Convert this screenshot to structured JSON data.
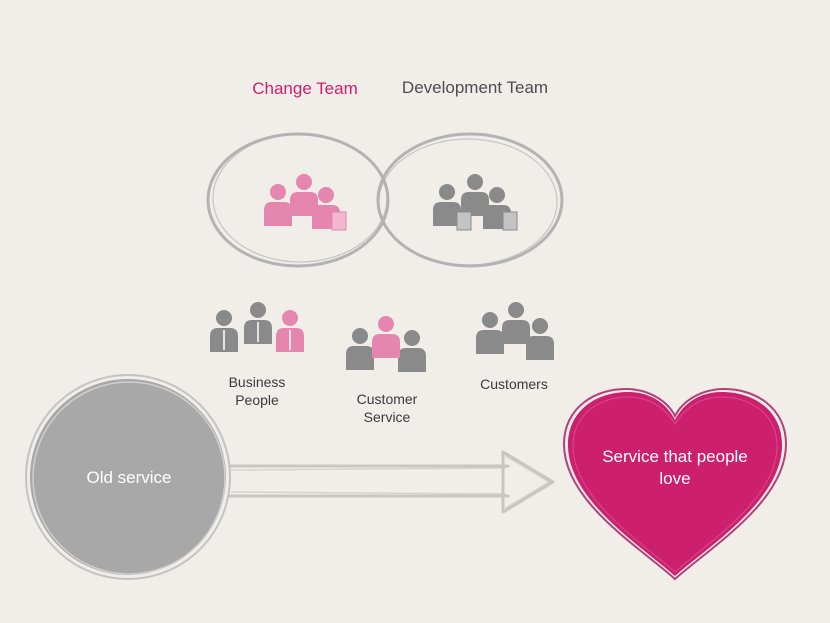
{
  "teams": {
    "change_team": "Change Team",
    "development_team": "Development Team"
  },
  "groups": {
    "business_people": "Business People",
    "customer_service": "Customer Service",
    "customers": "Customers"
  },
  "old_service": "Old service",
  "target": "Service that people love",
  "colors": {
    "background": "#f1eeea",
    "accent_pink": "#cc1f6e",
    "light_pink": "#e486ad",
    "figure_gray": "#8a8a8a",
    "circle_gray": "#a8a8a8",
    "outline_gray": "#b3b3b3"
  },
  "icons": {
    "change_team": "people-group-icon",
    "development_team": "people-group-icon",
    "business_people": "business-people-icon",
    "customer_service": "customer-service-icon",
    "customers": "customers-icon",
    "arrow": "arrow-right-icon",
    "target": "heart-icon"
  }
}
